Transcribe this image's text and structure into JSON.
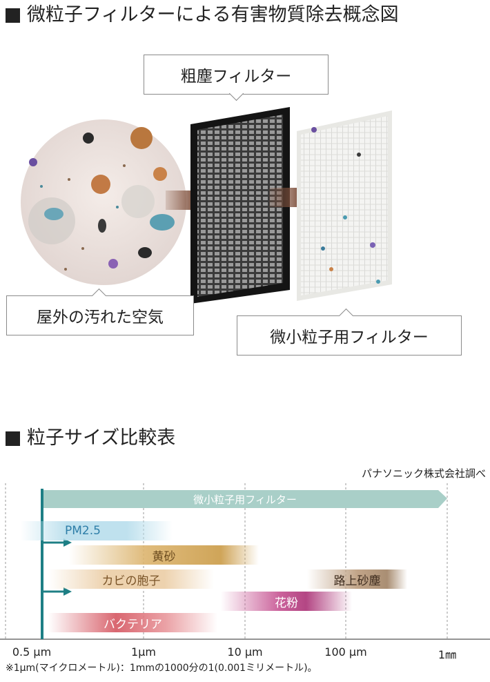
{
  "section1": {
    "title": "微粒子フィルターによる有害物質除去概念図"
  },
  "callouts": {
    "coarse": "粗塵フィルター",
    "outdoor": "屋外の汚れた空気",
    "fine": "微小粒子用フィルター"
  },
  "section2": {
    "title": "粒子サイズ比較表"
  },
  "chart": {
    "credit": "パナソニック株式会社調べ",
    "filter_label": "微小粒子用フィルター",
    "particles": {
      "pm25": "PM2.5",
      "kosa": "黄砂",
      "mold": "カビの胞子",
      "road": "路上砂塵",
      "pollen": "花粉",
      "bacteria": "バクテリア"
    },
    "ticks": [
      "0.5 μm",
      "1μm",
      "10 μm",
      "100 μm",
      "1㎜"
    ],
    "footnote": "※1μm(マイクロメートル)：1mmの1000分の1(0.001ミリメートル)。"
  },
  "colors": {
    "filter_band": "#a9cfc8",
    "axis_line": "#1e7f85",
    "pm25": "#2e7ea8",
    "kosa": "#c99a3c",
    "mold": "#c8955a",
    "road": "#8a6a4c",
    "pollen": "#b04a86",
    "bacteria": "#c24a52"
  }
}
